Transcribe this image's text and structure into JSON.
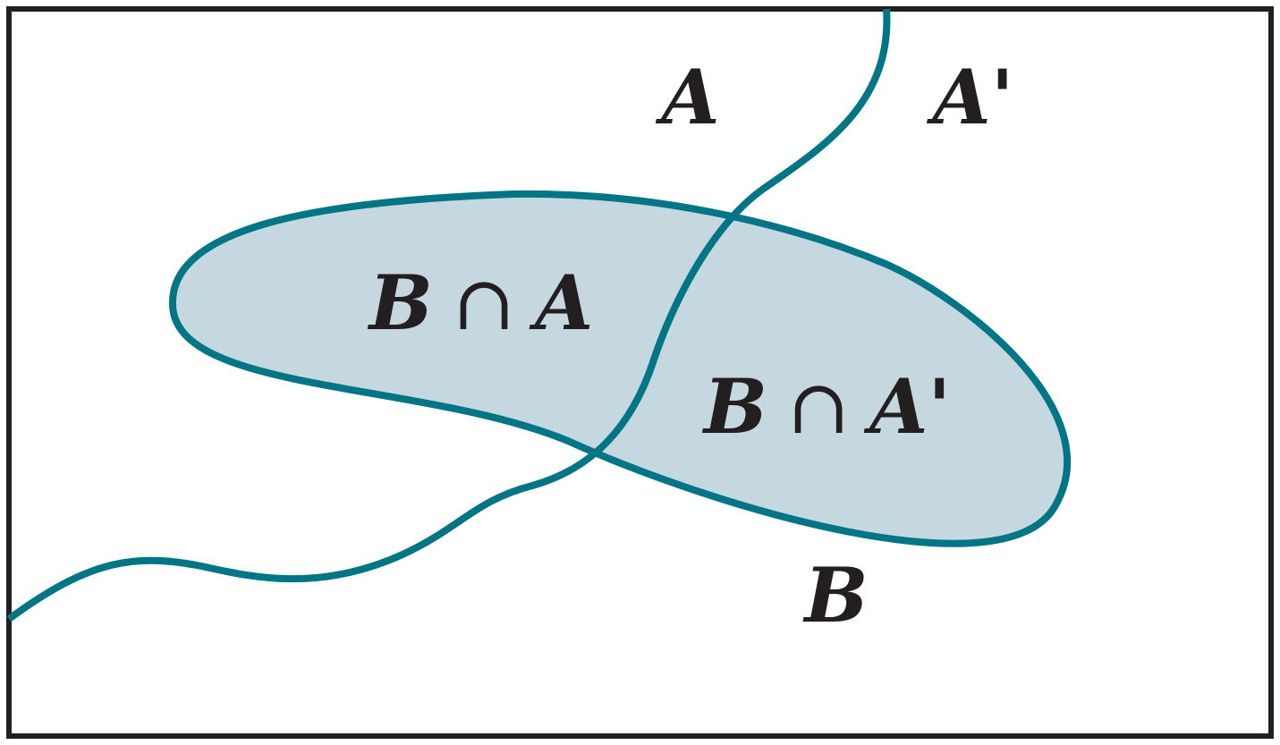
{
  "diagram": {
    "labels": {
      "a": "A",
      "a_complement": "A'",
      "b": "B",
      "b_intersect_a": {
        "left": "B",
        "op": "∩",
        "right": "A"
      },
      "b_intersect_a_complement": {
        "left": "B",
        "op": "∩",
        "right": "A'"
      }
    },
    "colors": {
      "frame": "#231f20",
      "curve": "#007585",
      "region_fill": "#c5d7df",
      "text": "#231f20"
    }
  }
}
